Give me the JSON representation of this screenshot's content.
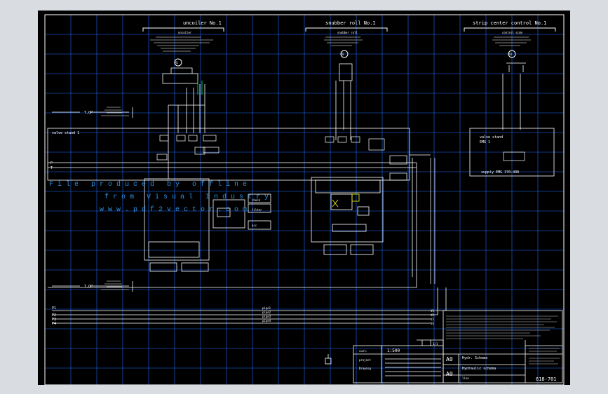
{
  "colors": {
    "background_outer": "#d9dde2",
    "canvas": "#000000",
    "lines": "#ffffff",
    "grid": "#1e6cff",
    "watermark": "#2f8fdc",
    "green": "#00ff66",
    "yellow": "#ffff00"
  },
  "sections": {
    "uncoiler": {
      "title": "uncoiler No.1",
      "sub": "uncoiler",
      "motor": "M1"
    },
    "snubber": {
      "title": "snubber roll No.1",
      "sub": "snubber roll",
      "motor": "M2"
    },
    "edge": {
      "title": "strip center control No.1",
      "sub": "control side",
      "motor": "M3"
    }
  },
  "labels": {
    "valve_stand": "valve stand 1",
    "valve_stand2": "valve stand",
    "valve_stand2_sub": "EMG 1",
    "supply": "supply EMG   370-408",
    "top1": "T.OP",
    "top2": "T.OP",
    "p_line": "P",
    "t_line": "T",
    "p1": "P1",
    "p2": "P2",
    "p3": "P3",
    "p4": "P4",
    "pipe1": "pipe1",
    "pipe2": "pipe2",
    "pipe3": "pipe3",
    "pipe4": "pipe4",
    "v1": "V1",
    "v2": "V2",
    "v3": "V3",
    "v4": "V4",
    "check": "check",
    "filter": "filter",
    "acc": "acc"
  },
  "watermark": {
    "line1": "File produced by offline",
    "line2": "from Visual Industry",
    "line3": "www.pdf2vector.com"
  },
  "title_block": {
    "scale": "1:500",
    "sheet": "1/1",
    "rev_a": "A0",
    "rev_b": "A0",
    "title1": "Hydr. Schema",
    "title2": "Hydraulic schema",
    "project": "line",
    "drawing_no": "618-701",
    "customer": "cust.",
    "proj_label": "project",
    "small": "Drawing"
  }
}
